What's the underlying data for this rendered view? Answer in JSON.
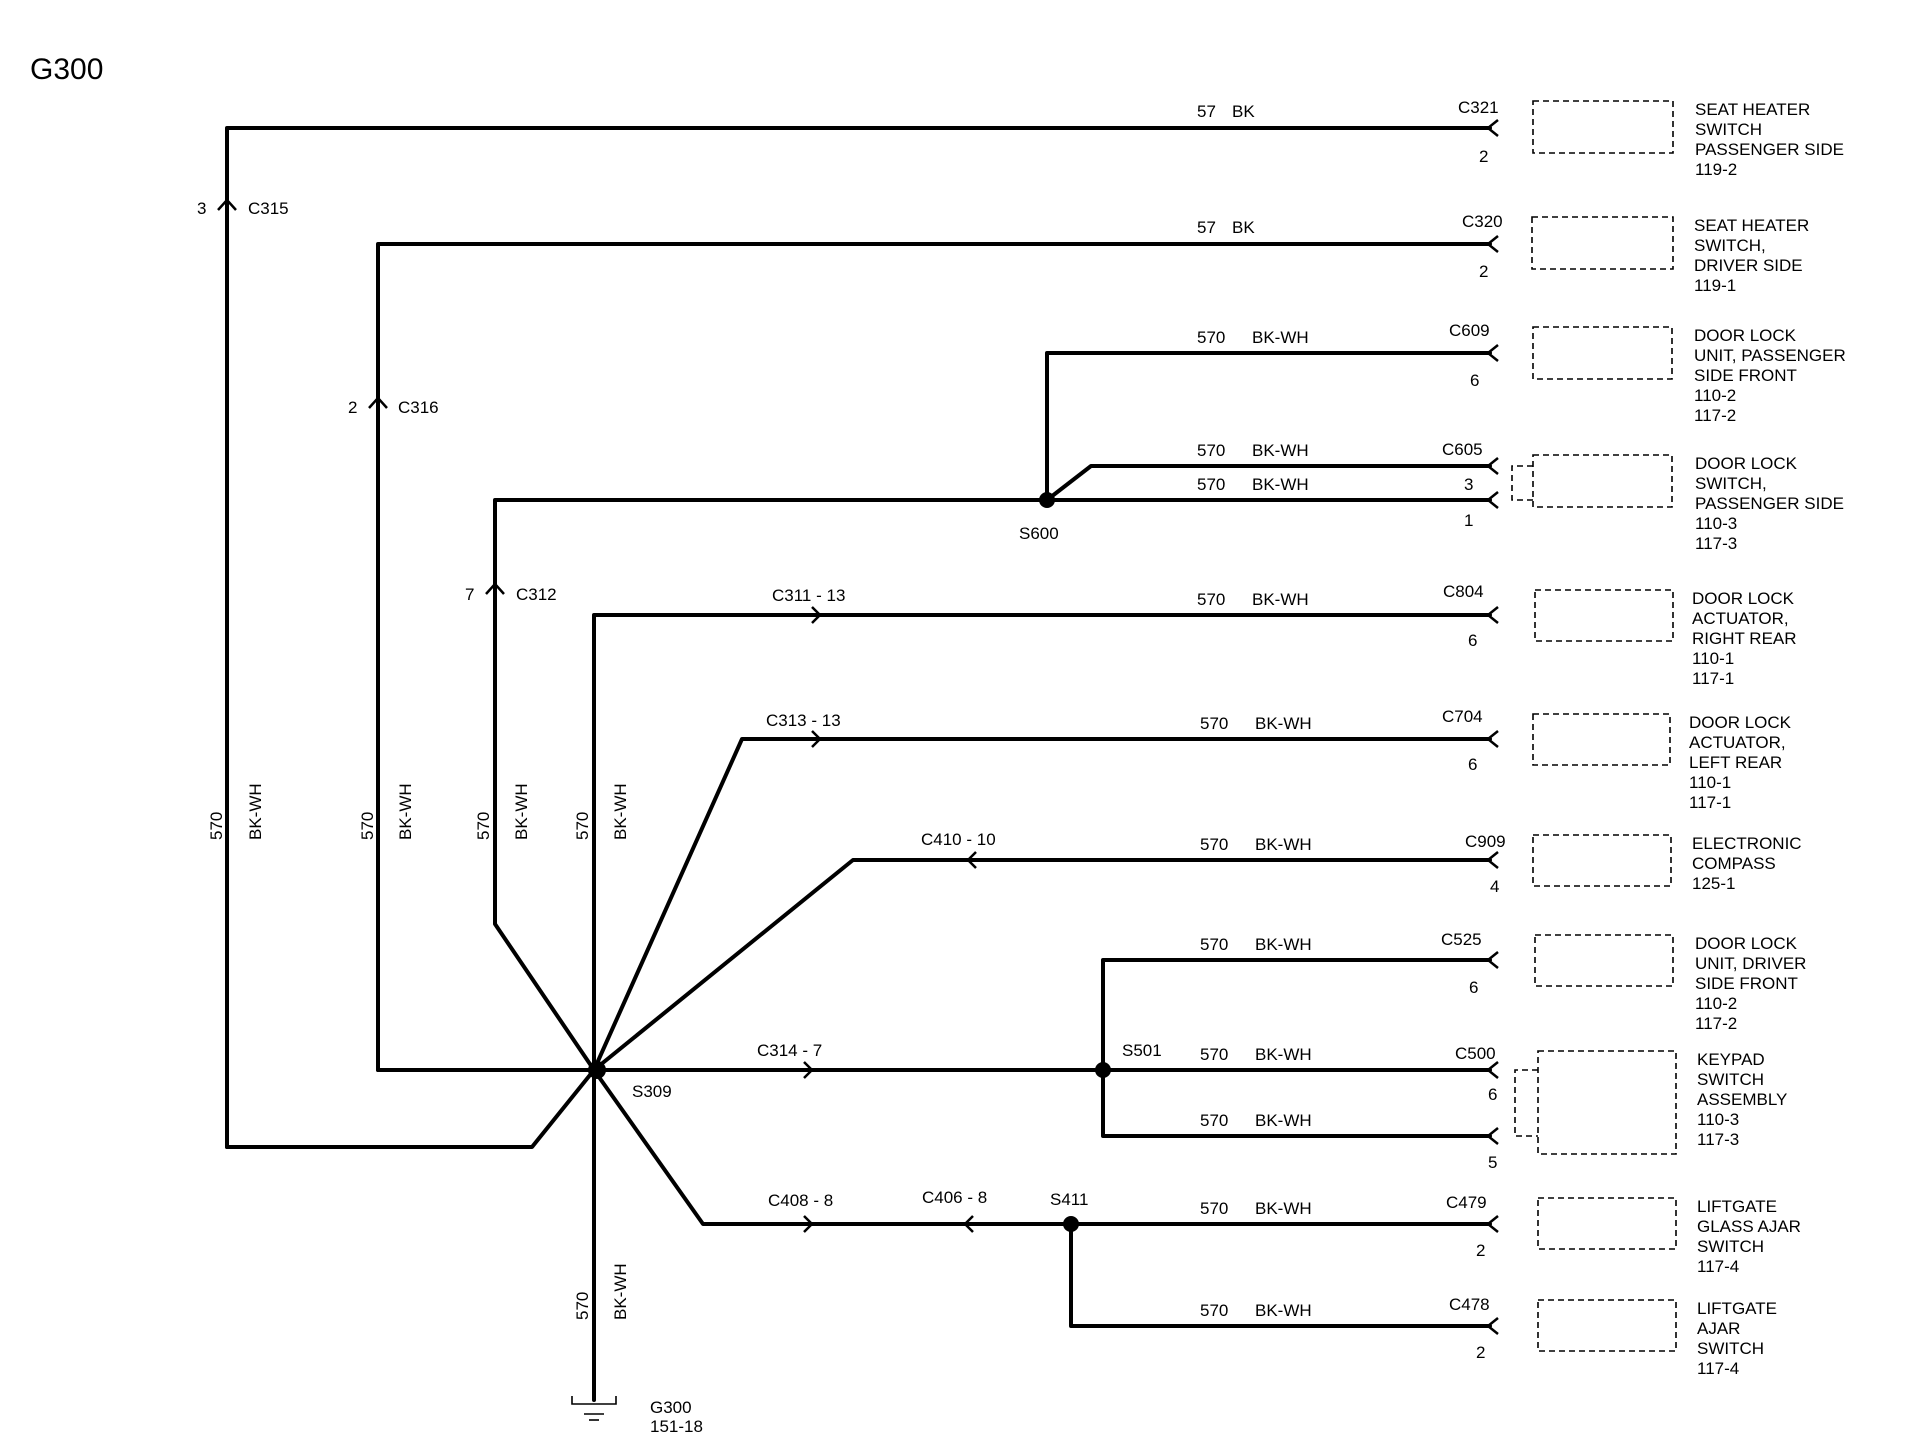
{
  "page_title": "G300",
  "components": [
    {
      "id": "seat_heater_pass",
      "lines": [
        "SEAT HEATER",
        "SWITCH",
        "PASSENGER SIDE",
        "119-2"
      ]
    },
    {
      "id": "seat_heater_drv",
      "lines": [
        "SEAT HEATER",
        "SWITCH,",
        "DRIVER SIDE",
        "119-1"
      ]
    },
    {
      "id": "door_lock_unit_pass",
      "lines": [
        "DOOR LOCK",
        "UNIT, PASSENGER",
        "SIDE FRONT",
        "110-2",
        "117-2"
      ]
    },
    {
      "id": "door_lock_switch_pass",
      "lines": [
        "DOOR LOCK",
        "SWITCH,",
        "PASSENGER SIDE",
        "110-3",
        "117-3"
      ]
    },
    {
      "id": "actuator_rr",
      "lines": [
        "DOOR LOCK",
        "ACTUATOR,",
        "RIGHT REAR",
        "110-1",
        "117-1"
      ]
    },
    {
      "id": "actuator_lr",
      "lines": [
        "DOOR LOCK",
        "ACTUATOR,",
        "LEFT REAR",
        "110-1",
        "117-1"
      ]
    },
    {
      "id": "compass",
      "lines": [
        "ELECTRONIC",
        "COMPASS",
        "125-1"
      ]
    },
    {
      "id": "door_lock_unit_drv",
      "lines": [
        "DOOR LOCK",
        "UNIT, DRIVER",
        "SIDE FRONT",
        "110-2",
        "117-2"
      ]
    },
    {
      "id": "keypad",
      "lines": [
        "KEYPAD",
        "SWITCH",
        "ASSEMBLY",
        "110-3",
        "117-3"
      ]
    },
    {
      "id": "liftgate_glass",
      "lines": [
        "LIFTGATE",
        "GLASS AJAR",
        "SWITCH",
        "117-4"
      ]
    },
    {
      "id": "liftgate_ajar",
      "lines": [
        "LIFTGATE",
        "AJAR",
        "SWITCH",
        "117-4"
      ]
    }
  ],
  "connectors": {
    "C321": "C321",
    "C320": "C320",
    "C609": "C609",
    "C605": "C605",
    "C804": "C804",
    "C704": "C704",
    "C909": "C909",
    "C525": "C525",
    "C500": "C500",
    "C479": "C479",
    "C478": "C478"
  },
  "pins": {
    "c321": "2",
    "c320": "2",
    "c609": "6",
    "c605a": "3",
    "c605b": "1",
    "c804": "6",
    "c704": "6",
    "c909": "4",
    "c525": "6",
    "c500a": "6",
    "c500b": "5",
    "c479": "2",
    "c478": "2"
  },
  "wire_labels": {
    "circuit_57": "57",
    "color_bk": "BK",
    "circuit_570": "570",
    "color_bkwh": "BK-WH"
  },
  "inline_connectors": {
    "c315": {
      "pin": "3",
      "name": "C315"
    },
    "c316": {
      "pin": "2",
      "name": "C316"
    },
    "c312": {
      "pin": "7",
      "name": "C312"
    },
    "c311": "C311 - 13",
    "c313": "C313 - 13",
    "c410": "C410 - 10",
    "c314": "C314 - 7",
    "c408": "C408 - 8",
    "c406": "C406 - 8"
  },
  "splices": {
    "s600": "S600",
    "s309": "S309",
    "s501": "S501",
    "s411": "S411"
  },
  "ground": {
    "name": "G300",
    "ref": "151-18"
  }
}
